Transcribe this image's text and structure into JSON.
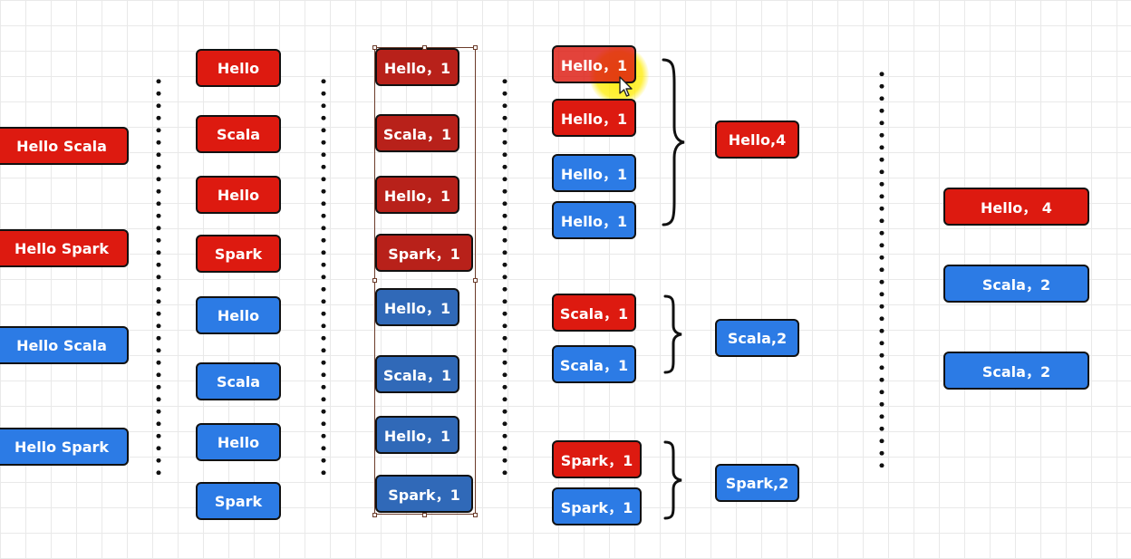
{
  "colors": {
    "red": "#dd1a10",
    "blue": "#2c7be5",
    "cursor_highlight": "#ffec00"
  },
  "column1": [
    {
      "label": "Hello Scala",
      "color": "red"
    },
    {
      "label": "Hello Spark",
      "color": "red"
    },
    {
      "label": "Hello Scala",
      "color": "blue"
    },
    {
      "label": "Hello Spark",
      "color": "blue"
    }
  ],
  "column2": [
    {
      "label": "Hello",
      "color": "red"
    },
    {
      "label": "Scala",
      "color": "red"
    },
    {
      "label": "Hello",
      "color": "red"
    },
    {
      "label": "Spark",
      "color": "red"
    },
    {
      "label": "Hello",
      "color": "blue"
    },
    {
      "label": "Scala",
      "color": "blue"
    },
    {
      "label": "Hello",
      "color": "blue"
    },
    {
      "label": "Spark",
      "color": "blue"
    }
  ],
  "column3": [
    {
      "label": "Hello，1",
      "color": "red"
    },
    {
      "label": "Scala，1",
      "color": "red"
    },
    {
      "label": "Hello，1",
      "color": "red"
    },
    {
      "label": "Spark，1",
      "color": "red"
    },
    {
      "label": "Hello，1",
      "color": "blue"
    },
    {
      "label": "Scala，1",
      "color": "blue"
    },
    {
      "label": "Hello，1",
      "color": "blue"
    },
    {
      "label": "Spark，1",
      "color": "blue"
    }
  ],
  "column4": {
    "hello_group": [
      {
        "label": "Hello，1",
        "color": "red"
      },
      {
        "label": "Hello，1",
        "color": "red"
      },
      {
        "label": "Hello，1",
        "color": "blue"
      },
      {
        "label": "Hello，1",
        "color": "blue"
      }
    ],
    "scala_group": [
      {
        "label": "Scala，1",
        "color": "red"
      },
      {
        "label": "Scala，1",
        "color": "blue"
      }
    ],
    "spark_group": [
      {
        "label": "Spark，1",
        "color": "red"
      },
      {
        "label": "Spark，1",
        "color": "blue"
      }
    ]
  },
  "column5": [
    {
      "label": "Hello,4",
      "color": "red"
    },
    {
      "label": "Scala,2",
      "color": "blue"
    },
    {
      "label": "Spark,2",
      "color": "blue"
    }
  ],
  "column6": [
    {
      "label": "Hello， 4",
      "color": "red"
    },
    {
      "label": "Scala，2",
      "color": "blue"
    },
    {
      "label": "Scala，2",
      "color": "blue"
    }
  ]
}
